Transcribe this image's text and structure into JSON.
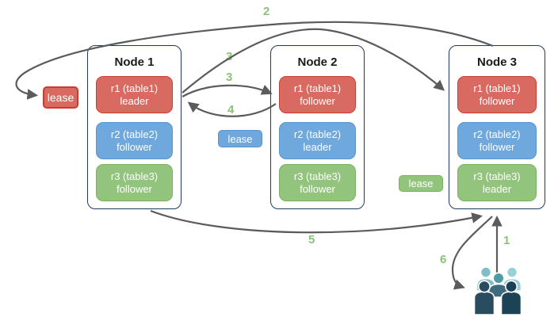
{
  "colors": {
    "arrow": "#5b5b5b",
    "step_number": "#8bc279",
    "node_border": "#1e3a5f",
    "red_fill": "#d96a62",
    "red_border": "#cc3b33",
    "blue_fill": "#6fa8dc",
    "blue_border": "#5b94cf",
    "green_fill": "#93c47d",
    "green_border": "#7ab35f",
    "users_back_left": "#7ebec6",
    "users_back_right": "#98d0d5",
    "users_middle_head": "#509aa4",
    "users_middle_body": "#3e6c7c",
    "users_front_left": "#2a4c5f",
    "users_front_right": "#1b4255"
  },
  "nodes": [
    {
      "title": "Node 1",
      "replicas": [
        {
          "line1": "r1 (table1)",
          "line2": "leader",
          "color": "red"
        },
        {
          "line1": "r2 (table2)",
          "line2": "follower",
          "color": "blue"
        },
        {
          "line1": "r3 (table3)",
          "line2": "follower",
          "color": "green"
        }
      ]
    },
    {
      "title": "Node 2",
      "replicas": [
        {
          "line1": "r1 (table1)",
          "line2": "follower",
          "color": "red"
        },
        {
          "line1": "r2 (table2)",
          "line2": "leader",
          "color": "blue"
        },
        {
          "line1": "r3 (table3)",
          "line2": "follower",
          "color": "green"
        }
      ]
    },
    {
      "title": "Node 3",
      "replicas": [
        {
          "line1": "r1 (table1)",
          "line2": "follower",
          "color": "red"
        },
        {
          "line1": "r2 (table2)",
          "line2": "follower",
          "color": "blue"
        },
        {
          "line1": "r3 (table3)",
          "line2": "leader",
          "color": "green"
        }
      ]
    }
  ],
  "leases": {
    "red": "lease",
    "blue": "lease",
    "green": "lease"
  },
  "steps": {
    "n1": "1",
    "n2": "2",
    "n3a": "3",
    "n3b": "3",
    "n4": "4",
    "n5": "5",
    "n6": "6"
  }
}
